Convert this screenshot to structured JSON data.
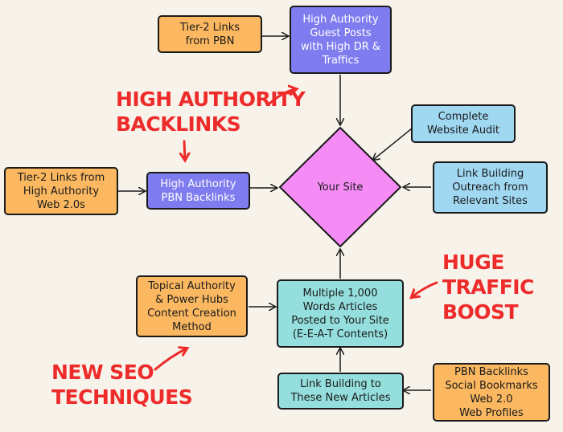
{
  "nodes": {
    "tier2_pbn": "Tier-2 Links\nfrom PBN",
    "guest_posts": "High Authority\nGuest Posts\nwith High DR &\nTraffics",
    "website_audit": "Complete\nWebsite Audit",
    "tier2_web20": "Tier-2 Links from\nHigh Authority\nWeb 2.0s",
    "pbn_backlinks": "High Authority\nPBN Backlinks",
    "your_site": "Your Site",
    "outreach": "Link Building\nOutreach from\nRelevant Sites",
    "topical_authority": "Topical Authority\n& Power Hubs\nContent Creation\nMethod",
    "articles": "Multiple 1,000\nWords Articles\nPosted to Your Site\n(E-E-A-T Contents)",
    "link_building_new": "Link Building to\nThese New Articles",
    "pbn_social": "PBN Backlinks\nSocial Bookmarks\nWeb 2.0\nWeb Profiles"
  },
  "annotations": {
    "high_authority_backlinks": "HIGH AUTHORITY\nBACKLINKS",
    "huge_traffic_boost": "HUGE\nTRAFFIC\nBOOST",
    "new_seo_techniques": "NEW SEO\nTECHNIQUES"
  },
  "colors": {
    "orange": "#fbb861",
    "purple": "#7f7cf0",
    "light_blue": "#a0d8f2",
    "teal": "#94dfdd",
    "diamond": "#f58cf5",
    "annotation_red": "#ee2b2b",
    "background": "#f7f3ea"
  }
}
